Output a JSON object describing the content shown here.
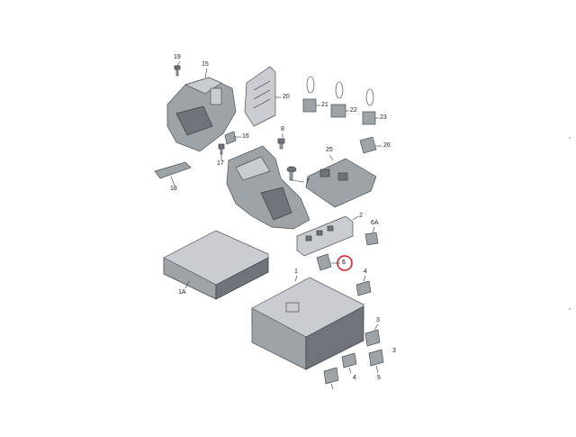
{
  "diagram": {
    "highlighted_part": "6",
    "highlight_color": "#d8232a",
    "parts": [
      {
        "id": "p19",
        "label": "19"
      },
      {
        "id": "p15",
        "label": "15"
      },
      {
        "id": "p20",
        "label": "20"
      },
      {
        "id": "p16",
        "label": "16"
      },
      {
        "id": "p17",
        "label": "17"
      },
      {
        "id": "p18",
        "label": "18"
      },
      {
        "id": "p8",
        "label": "8"
      },
      {
        "id": "p7",
        "label": "7"
      },
      {
        "id": "p21",
        "label": "21"
      },
      {
        "id": "p22",
        "label": "22"
      },
      {
        "id": "p23",
        "label": "23"
      },
      {
        "id": "p26",
        "label": "26"
      },
      {
        "id": "p25",
        "label": "25"
      },
      {
        "id": "p2",
        "label": "2"
      },
      {
        "id": "p6A",
        "label": "6A"
      },
      {
        "id": "p6",
        "label": "6"
      },
      {
        "id": "p1A",
        "label": "1A"
      },
      {
        "id": "p1",
        "label": "1"
      },
      {
        "id": "p4a",
        "label": "4"
      },
      {
        "id": "p3a",
        "label": "3"
      },
      {
        "id": "p3b",
        "label": "3"
      },
      {
        "id": "p4b",
        "label": "4"
      },
      {
        "id": "p5",
        "label": "5"
      }
    ]
  }
}
